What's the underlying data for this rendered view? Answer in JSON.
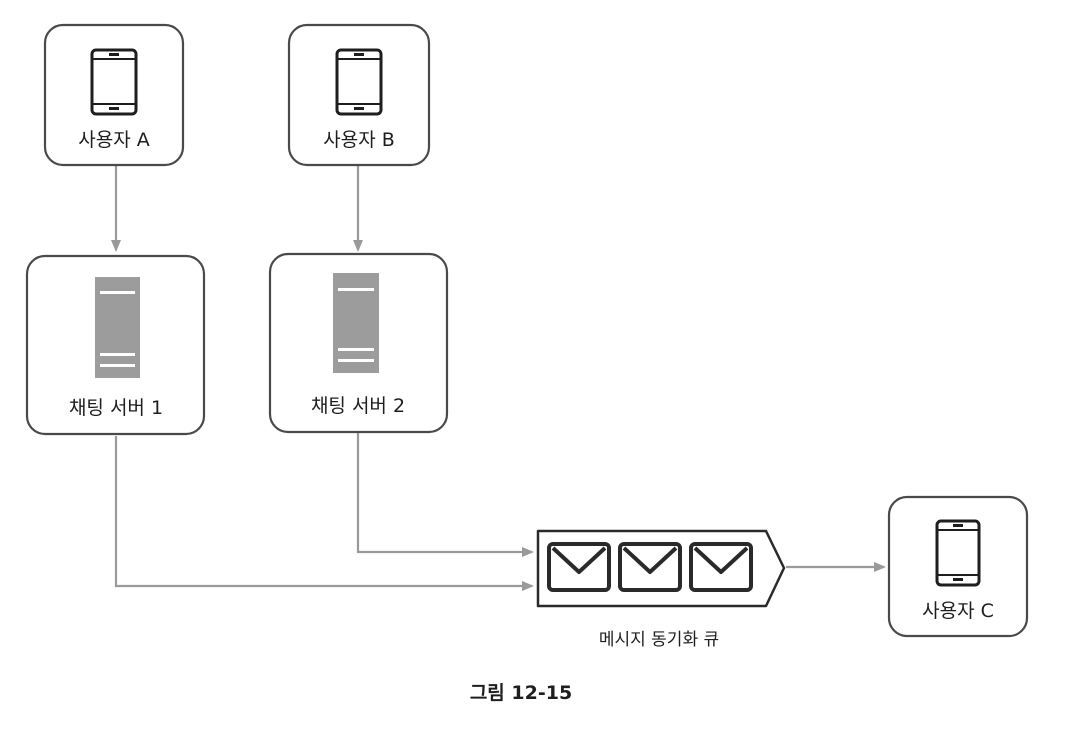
{
  "nodes": {
    "user_a": {
      "label": "사용자 A",
      "icon": "smartphone-icon"
    },
    "user_b": {
      "label": "사용자 B",
      "icon": "smartphone-icon"
    },
    "user_c": {
      "label": "사용자 C",
      "icon": "smartphone-icon"
    },
    "chat_server_1": {
      "label": "채팅 서버 1",
      "icon": "server-icon"
    },
    "chat_server_2": {
      "label": "채팅 서버 2",
      "icon": "server-icon"
    },
    "queue": {
      "label": "메시지 동기화 큐",
      "icon": "envelope-icon"
    }
  },
  "edges": [
    {
      "from": "user_a",
      "to": "chat_server_1"
    },
    {
      "from": "user_b",
      "to": "chat_server_2"
    },
    {
      "from": "chat_server_1",
      "to": "queue"
    },
    {
      "from": "chat_server_2",
      "to": "queue"
    },
    {
      "from": "queue",
      "to": "user_c"
    }
  ],
  "caption": "그림 12-15",
  "colors": {
    "box_border": "#4a4a4a",
    "arrow": "#9a9a9a",
    "server_fill": "#9c9c9c",
    "text": "#1e1e1e"
  }
}
